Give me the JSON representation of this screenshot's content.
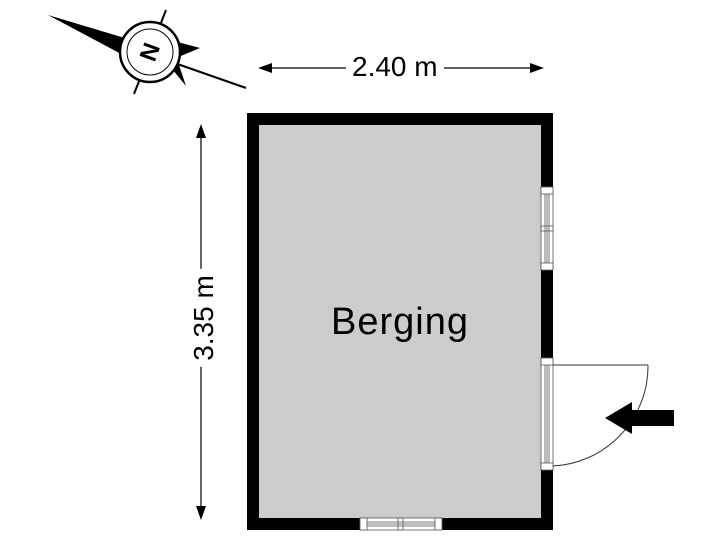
{
  "plan": {
    "room_name": "Berging",
    "dimensions": {
      "width": "2.40 m",
      "height": "3.35 m"
    },
    "compass": {
      "label": "N"
    },
    "entrance_arrow": "entrance-arrow-icon"
  },
  "colors": {
    "floor": "#cccccc",
    "wall": "#000000",
    "background": "#ffffff"
  }
}
